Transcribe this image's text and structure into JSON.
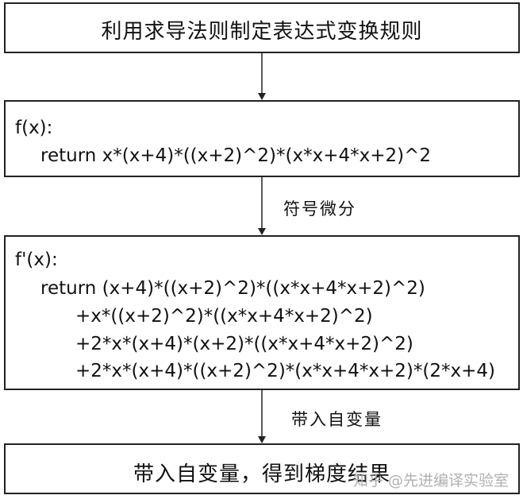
{
  "steps": {
    "rules": "利用求导法则制定表达式变换规则",
    "func_header": "f(x):",
    "func_body": "return x*(x+4)*((x+2)^2)*(x*x+4*x+2)^2",
    "deriv_header": "f'(x):",
    "deriv_lines": [
      "return (x+4)*((x+2)^2)*((x*x+4*x+2)^2)",
      "+x*((x+2)^2)*((x*x+4*x+2)^2)",
      "+2*x*(x+4)*(x+2)*((x*x+4*x+2)^2)",
      "+2*x*(x+4)*((x+2)^2)*(x*x+4*x+2)*(2*x+4)"
    ],
    "result": "带入自变量，得到梯度结果"
  },
  "arrows": {
    "symbolic_diff": "符号微分",
    "substitute": "带入自变量"
  },
  "watermark": "知乎 @先进编译实验室"
}
